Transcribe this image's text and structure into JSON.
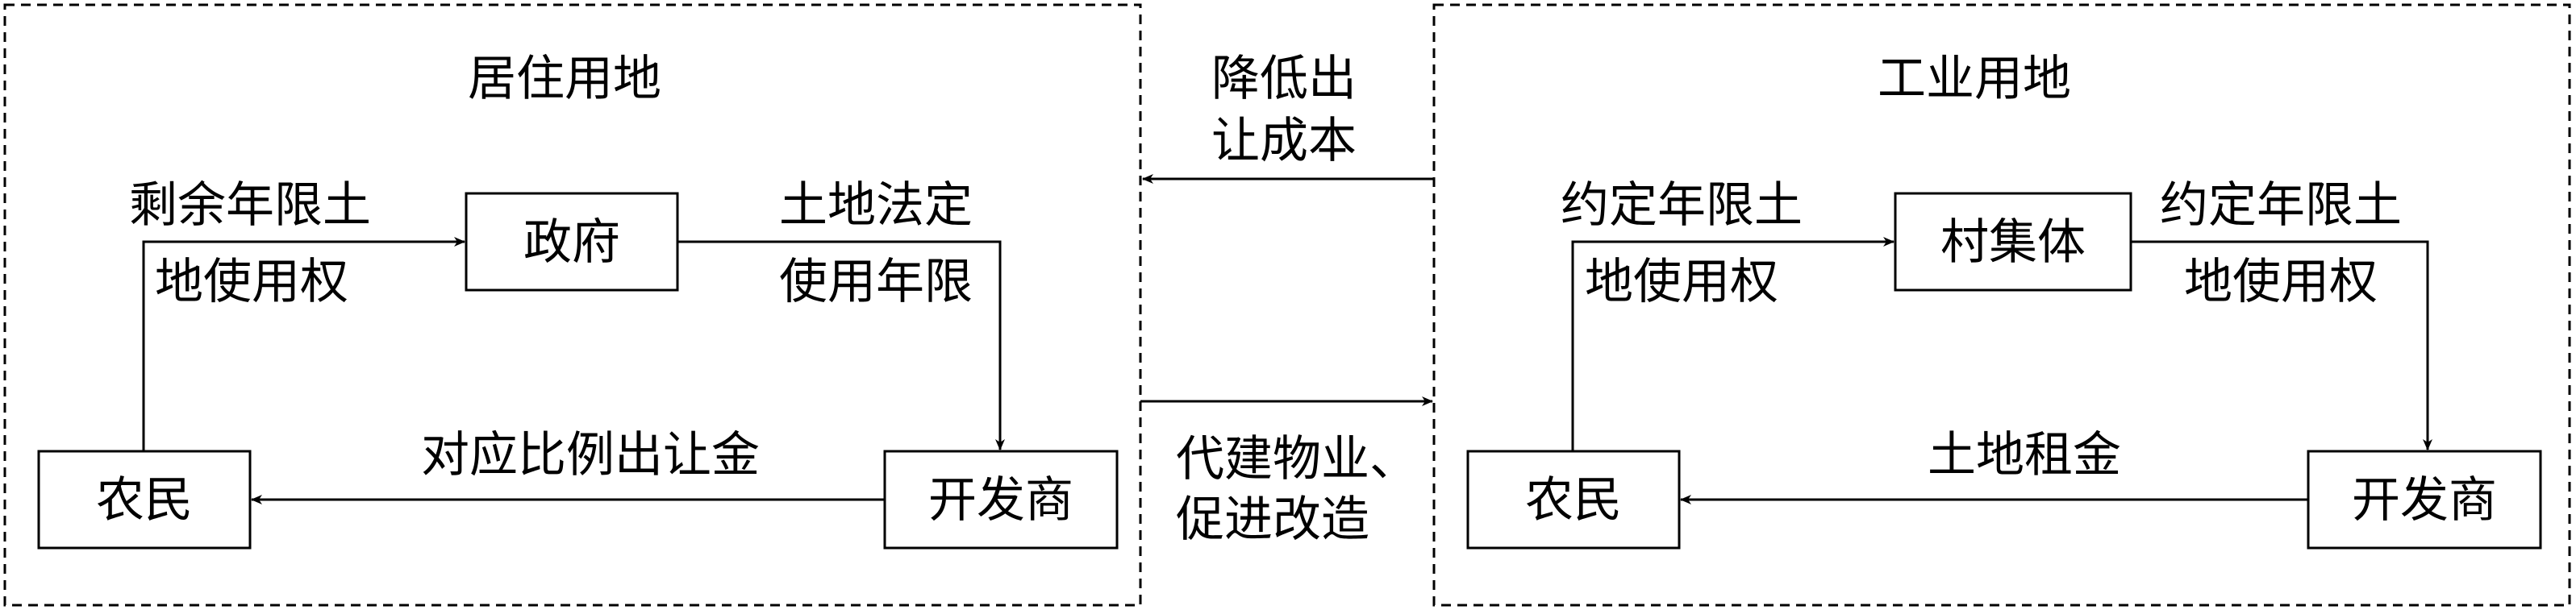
{
  "residential": {
    "title": "居住用地",
    "node_government": "政府",
    "node_farmers": "农民",
    "node_developer": "开发商",
    "arrow_farmers_to_gov_line1": "剩余年限土",
    "arrow_farmers_to_gov_line2": "地使用权",
    "arrow_gov_to_dev_line1": "土地法定",
    "arrow_gov_to_dev_line2": "使用年限",
    "arrow_dev_to_farmers": "对应比例出让金"
  },
  "industrial": {
    "title": "工业用地",
    "node_collective": "村集体",
    "node_farmers": "农民",
    "node_developer": "开发商",
    "arrow_farmers_to_collective_line1": "约定年限土",
    "arrow_farmers_to_collective_line2": "地使用权",
    "arrow_collective_to_dev_line1": "约定年限土",
    "arrow_collective_to_dev_line2": "地使用权",
    "arrow_dev_to_farmers": "土地租金"
  },
  "middle": {
    "top_line1": "降低出",
    "top_line2": "让成本",
    "bottom_line1": "代建物业、",
    "bottom_line2": "促进改造"
  }
}
